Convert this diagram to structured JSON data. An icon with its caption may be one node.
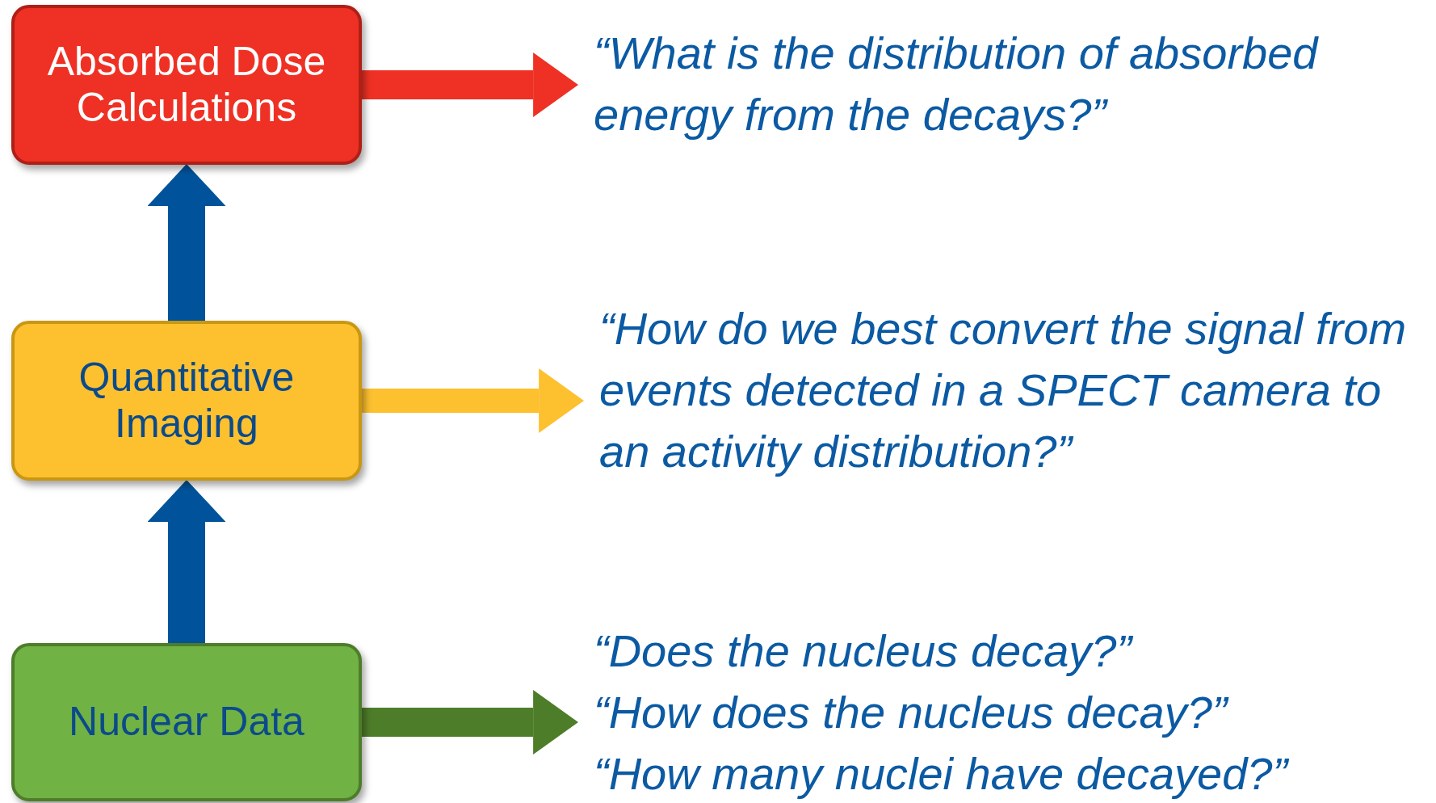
{
  "diagram": {
    "nodes": [
      {
        "text": [
          "Absorbed Dose Calculations"
        ]
      },
      {
        "text": [
          "“What is the distribution of absorbed energy from the decays?”"
        ]
      },
      {
        "text": [
          "Quantitative Imaging"
        ]
      },
      {
        "text": [
          "“How do we best convert the signal from events detected in a SPECT camera to an activity distribution?”"
        ]
      },
      {
        "text": [
          "Nuclear Data"
        ]
      },
      {
        "text": [
          "“Does the nucleus decay?”",
          "“How does the nucleus decay?”",
          "“How many nuclei have decayed?”"
        ]
      }
    ],
    "edges": [
      {
        "from": 0,
        "to": 1,
        "arrow": "to",
        "color": "#ee3124"
      },
      {
        "from": 2,
        "to": 0,
        "arrow": "to"
      },
      {
        "from": 2,
        "to": 3,
        "arrow": "to",
        "color": "#fdc02f"
      },
      {
        "from": 4,
        "to": 2,
        "arrow": "to"
      },
      {
        "from": 4,
        "to": 5,
        "arrow": "to",
        "color": "#4e7d2a"
      }
    ]
  }
}
